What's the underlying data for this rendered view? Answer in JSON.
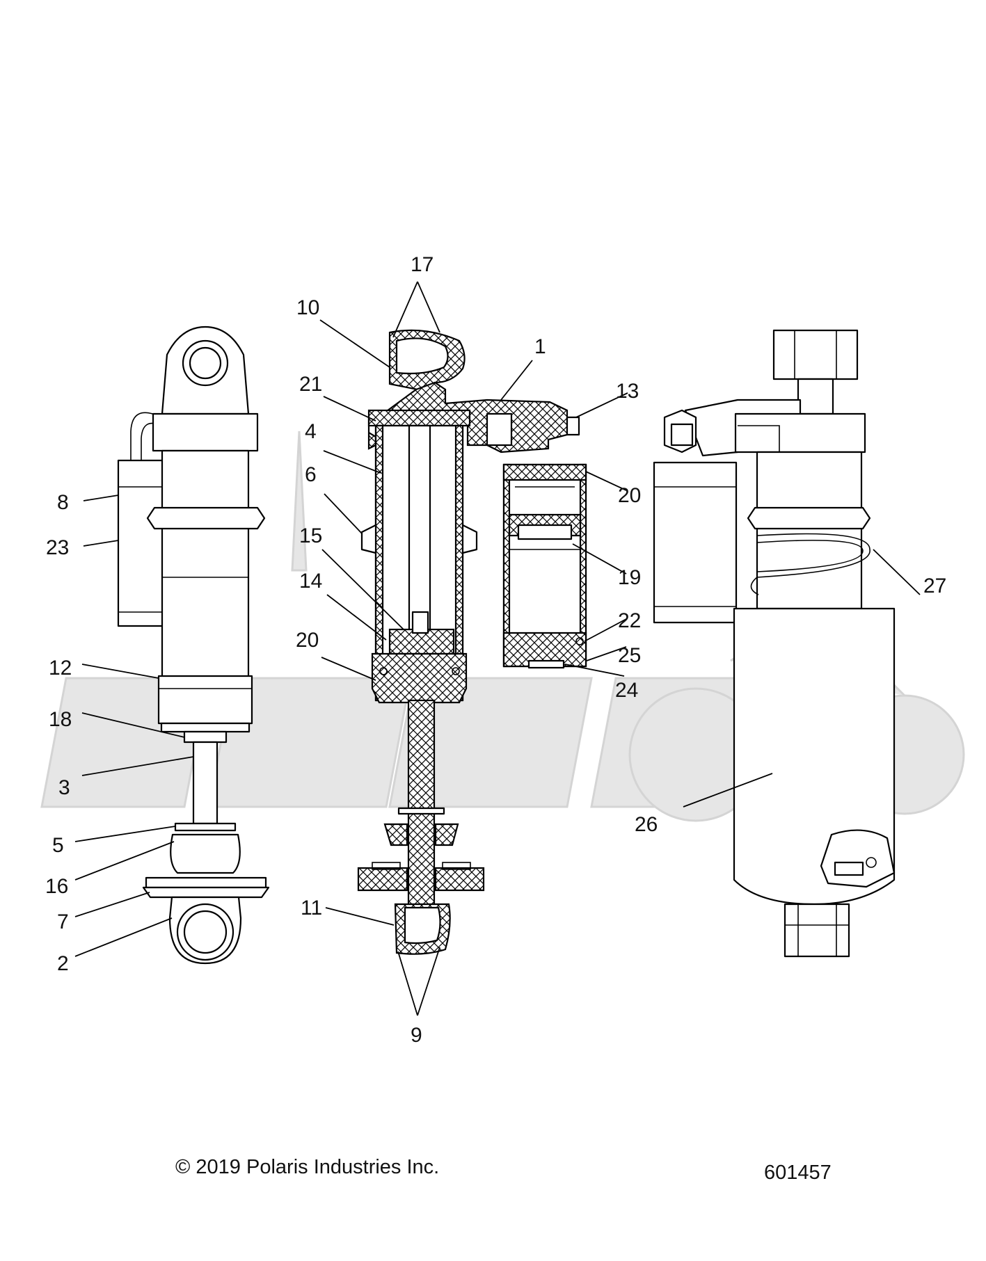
{
  "callouts": [
    "17",
    "10",
    "1",
    "21",
    "13",
    "4",
    "6",
    "20",
    "8",
    "15",
    "23",
    "14",
    "19",
    "27",
    "20",
    "22",
    "25",
    "12",
    "24",
    "18",
    "3",
    "26",
    "5",
    "16",
    "7",
    "11",
    "2",
    "9"
  ],
  "copyright": "© 2019 Polaris Industries Inc.",
  "drawing_number": "601457",
  "colors": {
    "line": "#000000",
    "watermark": "#e6e6e6"
  }
}
